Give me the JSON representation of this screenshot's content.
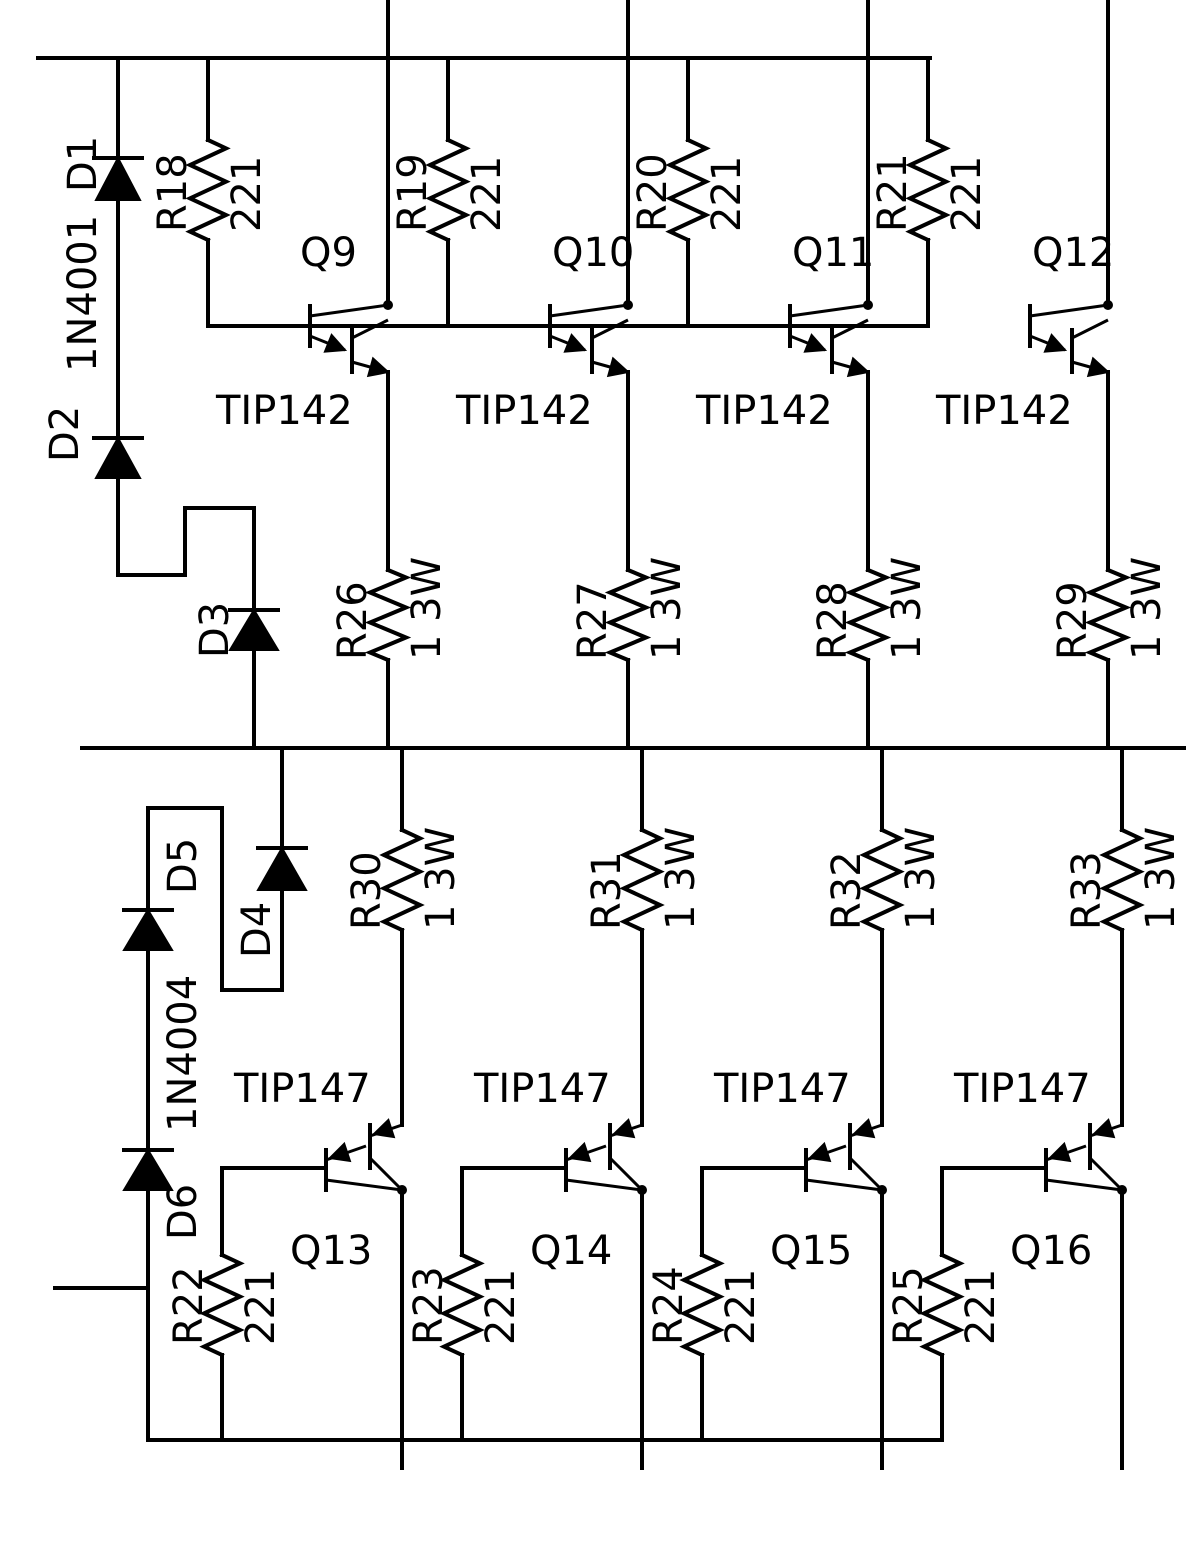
{
  "diagram": {
    "diodes": {
      "d1": "D1",
      "d2": "D2",
      "d3": "D3",
      "d4": "D4",
      "d5": "D5",
      "d6": "D6",
      "type_top": "1N4001",
      "type_bottom": "1N4004"
    },
    "upper_row": [
      {
        "q": "Q9",
        "part": "TIP142",
        "rb": "R18",
        "rb_val": "221",
        "re": "R26",
        "re_val": "1 3W"
      },
      {
        "q": "Q10",
        "part": "TIP142",
        "rb": "R19",
        "rb_val": "221",
        "re": "R27",
        "re_val": "1 3W"
      },
      {
        "q": "Q11",
        "part": "TIP142",
        "rb": "R20",
        "rb_val": "221",
        "re": "R28",
        "re_val": "1 3W"
      },
      {
        "q": "Q12",
        "part": "TIP142",
        "rb": "R21",
        "rb_val": "221",
        "re": "R29",
        "re_val": "1 3W"
      }
    ],
    "lower_row": [
      {
        "q": "Q13",
        "part": "TIP147",
        "rb": "R22",
        "rb_val": "221",
        "re": "R30",
        "re_val": "1 3W"
      },
      {
        "q": "Q14",
        "part": "TIP147",
        "rb": "R23",
        "rb_val": "221",
        "re": "R31",
        "re_val": "1 3W"
      },
      {
        "q": "Q15",
        "part": "TIP147",
        "rb": "R24",
        "rb_val": "221",
        "re": "R32",
        "re_val": "1 3W"
      },
      {
        "q": "Q16",
        "part": "TIP147",
        "rb": "R25",
        "rb_val": "221",
        "re": "R33",
        "re_val": "1 3W"
      }
    ]
  }
}
